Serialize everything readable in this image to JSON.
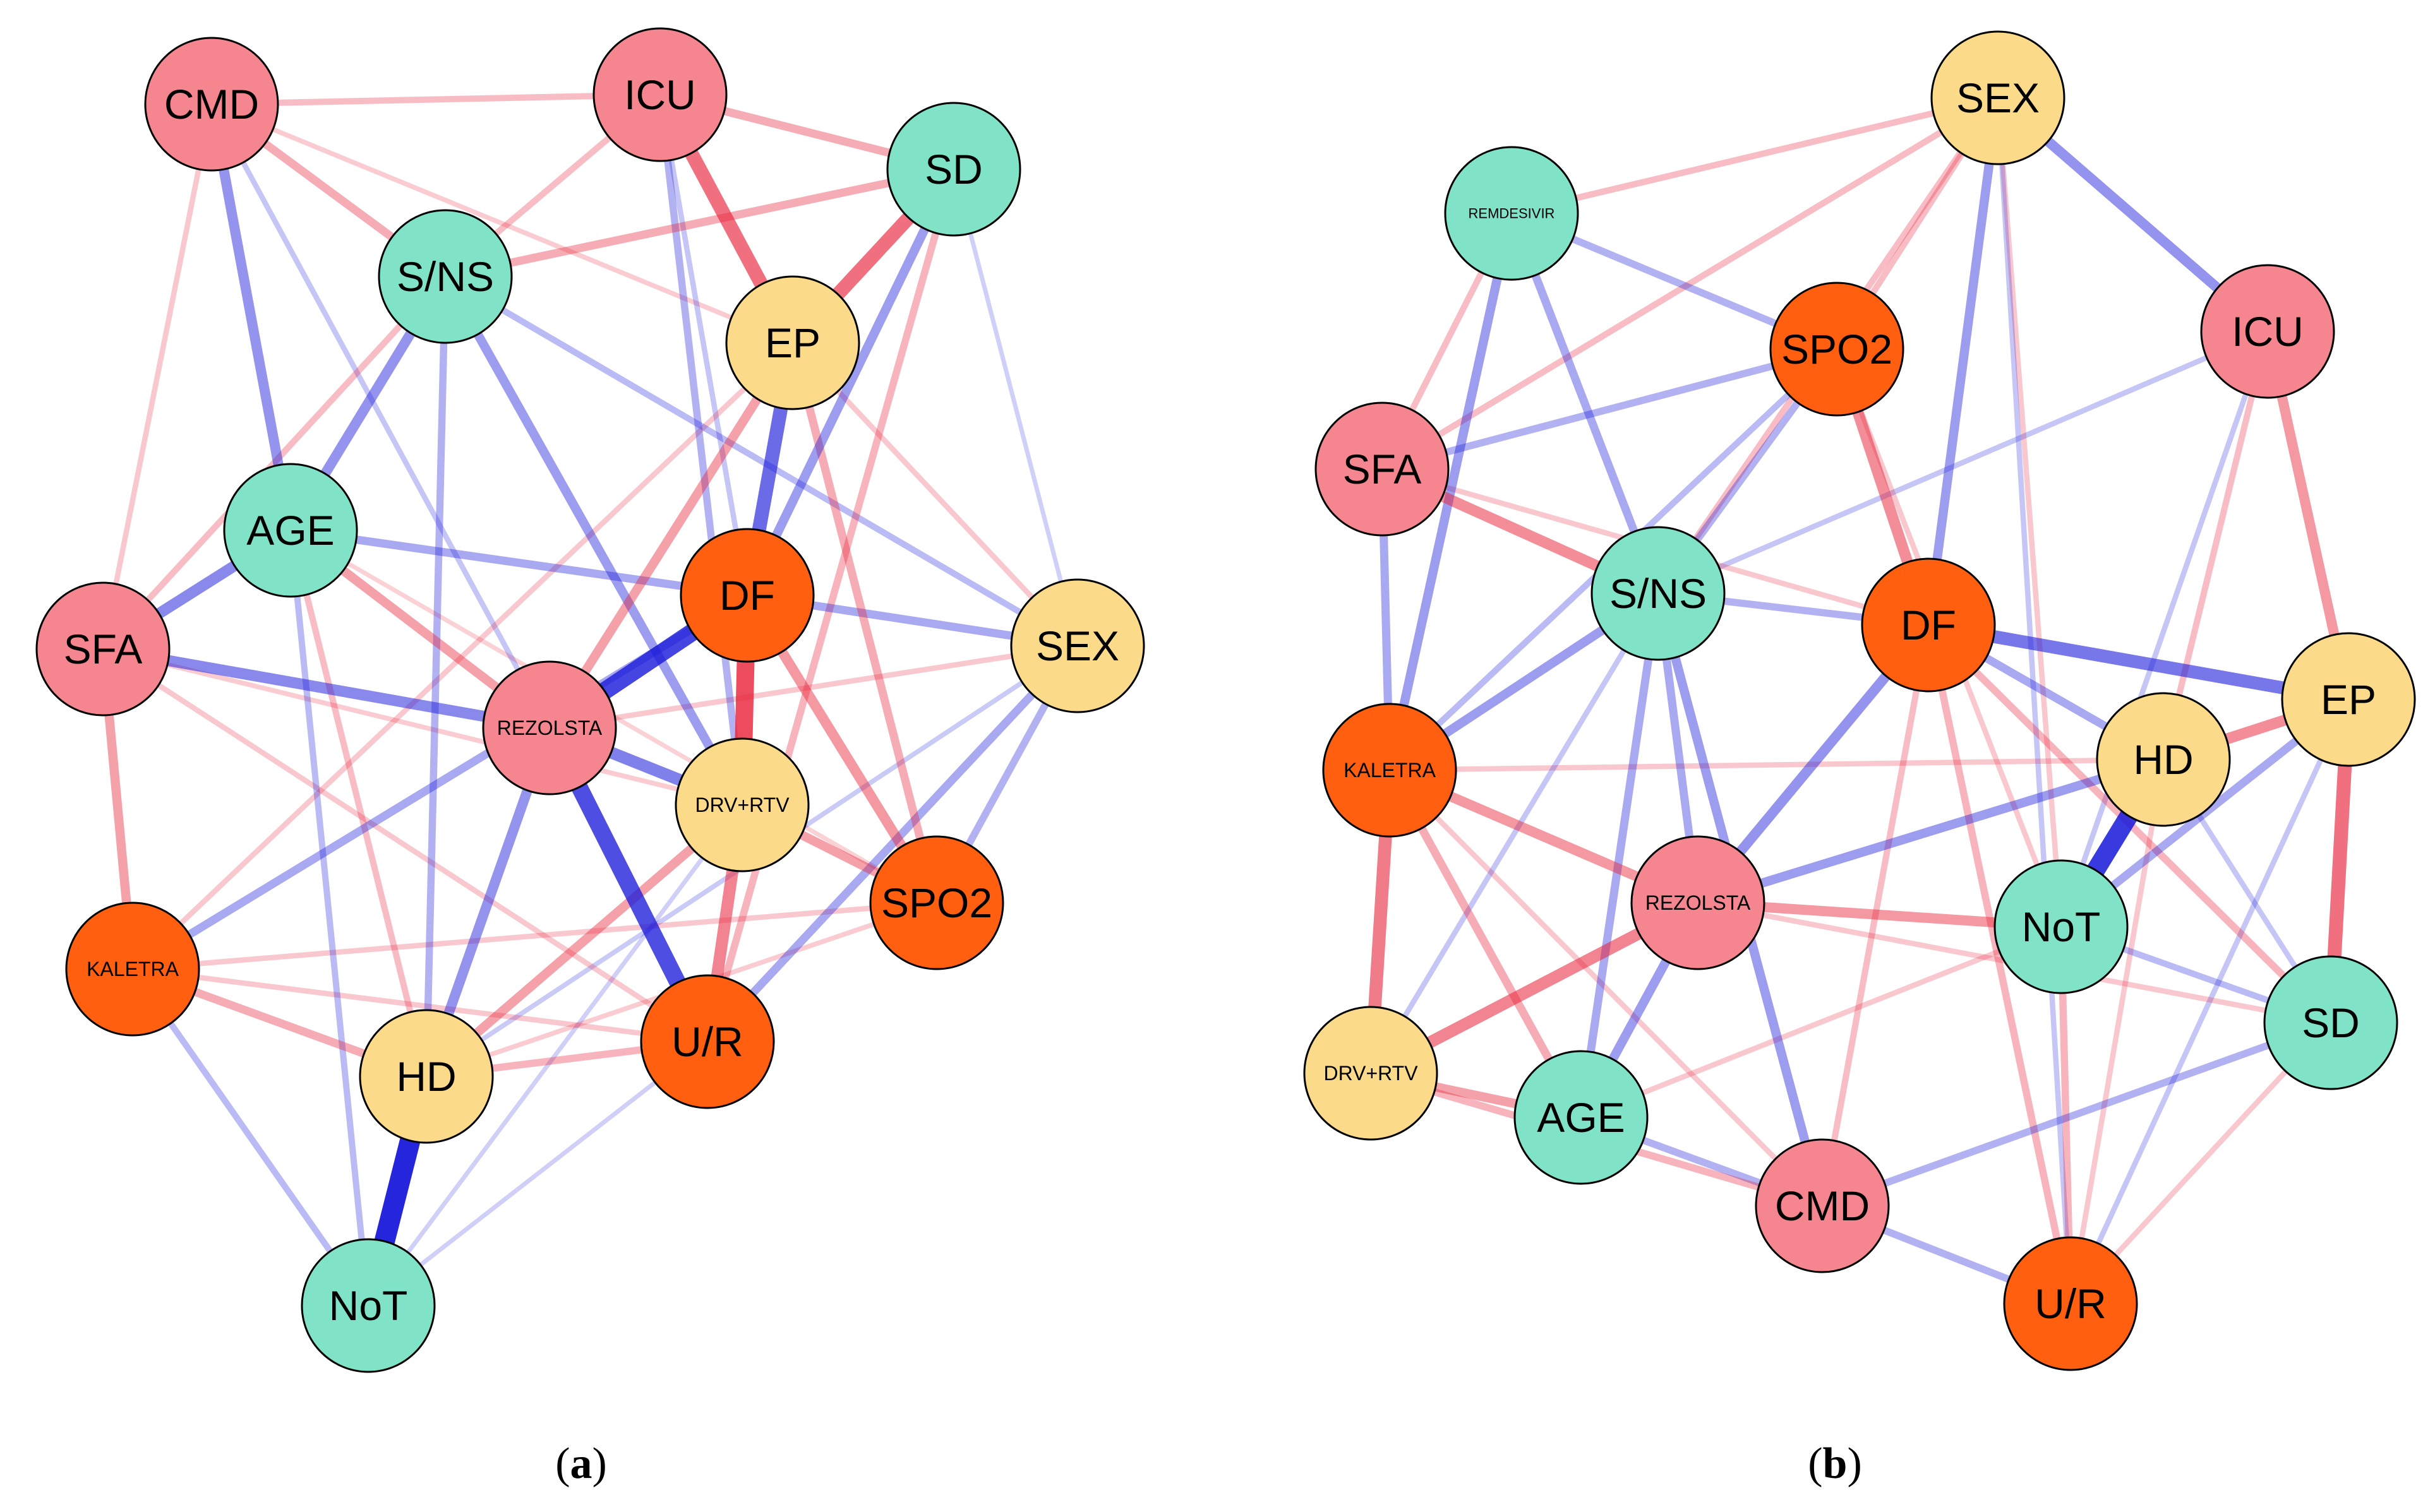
{
  "colors": {
    "pink": "#F5868F",
    "orange": "#FF5F0F",
    "teal": "#80E3C8",
    "yellow": "#FBDA8A",
    "edge_positive": "#E8243A",
    "edge_negative": "#1C1CDB",
    "node_border": "#000000"
  },
  "panels": [
    {
      "id": "a",
      "caption": {
        "open": "(",
        "letter": "a",
        "close": ")"
      },
      "nodes": [
        {
          "id": "CMD",
          "label": "CMD",
          "color": "pink"
        },
        {
          "id": "ICU",
          "label": "ICU",
          "color": "pink"
        },
        {
          "id": "SD",
          "label": "SD",
          "color": "teal"
        },
        {
          "id": "S/NS",
          "label": "S/NS",
          "color": "teal"
        },
        {
          "id": "EP",
          "label": "EP",
          "color": "yellow"
        },
        {
          "id": "AGE",
          "label": "AGE",
          "color": "teal"
        },
        {
          "id": "DF",
          "label": "DF",
          "color": "orange"
        },
        {
          "id": "SEX",
          "label": "SEX",
          "color": "yellow"
        },
        {
          "id": "SFA",
          "label": "SFA",
          "color": "pink"
        },
        {
          "id": "REZOLSTA",
          "label": "REZOLSTA",
          "color": "pink",
          "small": true
        },
        {
          "id": "DRV+RTV",
          "label": "DRV+RTV",
          "color": "yellow",
          "small": true
        },
        {
          "id": "SPO2",
          "label": "SPO2",
          "color": "orange"
        },
        {
          "id": "KALETRA",
          "label": "KALETRA",
          "color": "orange",
          "small": true
        },
        {
          "id": "HD",
          "label": "HD",
          "color": "yellow"
        },
        {
          "id": "U/R",
          "label": "U/R",
          "color": "orange"
        },
        {
          "id": "NoT",
          "label": "NoT",
          "color": "teal"
        }
      ],
      "edges": [
        {
          "from": "HD",
          "to": "NoT",
          "weight": 0.95,
          "sign": -1
        },
        {
          "from": "REZOLSTA",
          "to": "DF",
          "weight": 0.8,
          "sign": -1
        },
        {
          "from": "REZOLSTA",
          "to": "U/R",
          "weight": 0.75,
          "sign": -1
        },
        {
          "from": "DF",
          "to": "DRV+RTV",
          "weight": 0.8,
          "sign": 1
        },
        {
          "from": "EP",
          "to": "DF",
          "weight": 0.6,
          "sign": -1
        },
        {
          "from": "ICU",
          "to": "EP",
          "weight": 0.6,
          "sign": 1
        },
        {
          "from": "SD",
          "to": "EP",
          "weight": 0.6,
          "sign": 1
        },
        {
          "from": "REZOLSTA",
          "to": "DRV+RTV",
          "weight": 0.5,
          "sign": -1
        },
        {
          "from": "SFA",
          "to": "REZOLSTA",
          "weight": 0.45,
          "sign": -1
        },
        {
          "from": "SFA",
          "to": "AGE",
          "weight": 0.45,
          "sign": -1
        },
        {
          "from": "CMD",
          "to": "AGE",
          "weight": 0.4,
          "sign": -1
        },
        {
          "from": "AGE",
          "to": "S/NS",
          "weight": 0.4,
          "sign": -1
        },
        {
          "from": "DRV+RTV",
          "to": "U/R",
          "weight": 0.5,
          "sign": 1
        },
        {
          "from": "DF",
          "to": "SPO2",
          "weight": 0.4,
          "sign": 1
        },
        {
          "from": "REZOLSTA",
          "to": "HD",
          "weight": 0.4,
          "sign": -1
        },
        {
          "from": "S/NS",
          "to": "DRV+RTV",
          "weight": 0.35,
          "sign": -1
        },
        {
          "from": "SD",
          "to": "DF",
          "weight": 0.35,
          "sign": -1
        },
        {
          "from": "EP",
          "to": "REZOLSTA",
          "weight": 0.35,
          "sign": 1
        },
        {
          "from": "AGE",
          "to": "DF",
          "weight": 0.3,
          "sign": -1
        },
        {
          "from": "AGE",
          "to": "REZOLSTA",
          "weight": 0.35,
          "sign": 1
        },
        {
          "from": "SFA",
          "to": "KALETRA",
          "weight": 0.35,
          "sign": 1
        },
        {
          "from": "ICU",
          "to": "SD",
          "weight": 0.3,
          "sign": 1
        },
        {
          "from": "S/NS",
          "to": "SD",
          "weight": 0.3,
          "sign": 1
        },
        {
          "from": "CMD",
          "to": "S/NS",
          "weight": 0.3,
          "sign": 1
        },
        {
          "from": "DF",
          "to": "SEX",
          "weight": 0.3,
          "sign": -1
        },
        {
          "from": "DRV+RTV",
          "to": "SPO2",
          "weight": 0.35,
          "sign": 1
        },
        {
          "from": "HD",
          "to": "DRV+RTV",
          "weight": 0.35,
          "sign": 1
        },
        {
          "from": "KALETRA",
          "to": "DF",
          "weight": 0.3,
          "sign": -1
        },
        {
          "from": "SEX",
          "to": "U/R",
          "weight": 0.3,
          "sign": -1
        },
        {
          "from": "EP",
          "to": "SPO2",
          "weight": 0.3,
          "sign": 1
        },
        {
          "from": "S/NS",
          "to": "HD",
          "weight": 0.25,
          "sign": -1
        },
        {
          "from": "S/NS",
          "to": "ICU",
          "weight": 0.2,
          "sign": 1
        },
        {
          "from": "CMD",
          "to": "ICU",
          "weight": 0.2,
          "sign": 1
        },
        {
          "from": "KALETRA",
          "to": "HD",
          "weight": 0.3,
          "sign": 1
        },
        {
          "from": "HD",
          "to": "U/R",
          "weight": 0.25,
          "sign": 1
        },
        {
          "from": "KALETRA",
          "to": "NoT",
          "weight": 0.2,
          "sign": -1
        },
        {
          "from": "AGE",
          "to": "NoT",
          "weight": 0.2,
          "sign": -1
        },
        {
          "from": "ICU",
          "to": "DRV+RTV",
          "weight": 0.25,
          "sign": -1
        },
        {
          "from": "SFA",
          "to": "S/NS",
          "weight": 0.2,
          "sign": 1
        },
        {
          "from": "S/NS",
          "to": "SEX",
          "weight": 0.2,
          "sign": -1
        },
        {
          "from": "SD",
          "to": "U/R",
          "weight": 0.25,
          "sign": 1
        },
        {
          "from": "AGE",
          "to": "HD",
          "weight": 0.2,
          "sign": 1
        },
        {
          "from": "SEX",
          "to": "SPO2",
          "weight": 0.25,
          "sign": -1
        },
        {
          "from": "CMD",
          "to": "REZOLSTA",
          "weight": 0.15,
          "sign": -1
        },
        {
          "from": "SFA",
          "to": "U/R",
          "weight": 0.15,
          "sign": 1
        },
        {
          "from": "KALETRA",
          "to": "SPO2",
          "weight": 0.15,
          "sign": 1
        },
        {
          "from": "CMD",
          "to": "SFA",
          "weight": 0.15,
          "sign": 1
        },
        {
          "from": "SD",
          "to": "SEX",
          "weight": 0.1,
          "sign": -1
        },
        {
          "from": "EP",
          "to": "SEX",
          "weight": 0.15,
          "sign": 1
        },
        {
          "from": "ICU",
          "to": "DF",
          "weight": 0.15,
          "sign": -1
        },
        {
          "from": "AGE",
          "to": "SPO2",
          "weight": 0.1,
          "sign": 1
        },
        {
          "from": "CMD",
          "to": "EP",
          "weight": 0.12,
          "sign": 1
        },
        {
          "from": "NoT",
          "to": "U/R",
          "weight": 0.1,
          "sign": -1
        },
        {
          "from": "NoT",
          "to": "DRV+RTV",
          "weight": 0.1,
          "sign": -1
        },
        {
          "from": "SFA",
          "to": "DRV+RTV",
          "weight": 0.12,
          "sign": 1
        },
        {
          "from": "KALETRA",
          "to": "U/R",
          "weight": 0.15,
          "sign": 1
        },
        {
          "from": "KALETRA",
          "to": "EP",
          "weight": 0.15,
          "sign": 1
        },
        {
          "from": "REZOLSTA",
          "to": "SEX",
          "weight": 0.15,
          "sign": 1
        },
        {
          "from": "HD",
          "to": "SPO2",
          "weight": 0.12,
          "sign": 1
        },
        {
          "from": "HD",
          "to": "SEX",
          "weight": 0.12,
          "sign": -1
        }
      ]
    },
    {
      "id": "b",
      "caption": {
        "open": "(",
        "letter": "b",
        "close": ")"
      },
      "nodes": [
        {
          "id": "SEX",
          "label": "SEX",
          "color": "yellow"
        },
        {
          "id": "REMDESIVIR",
          "label": "REMDESIVIR",
          "color": "teal",
          "tiny": true
        },
        {
          "id": "SPO2",
          "label": "SPO2",
          "color": "orange"
        },
        {
          "id": "ICU",
          "label": "ICU",
          "color": "pink"
        },
        {
          "id": "SFA",
          "label": "SFA",
          "color": "pink"
        },
        {
          "id": "S/NS",
          "label": "S/NS",
          "color": "teal"
        },
        {
          "id": "DF",
          "label": "DF",
          "color": "orange"
        },
        {
          "id": "EP",
          "label": "EP",
          "color": "yellow"
        },
        {
          "id": "KALETRA",
          "label": "KALETRA",
          "color": "orange",
          "small": true
        },
        {
          "id": "HD",
          "label": "HD",
          "color": "yellow"
        },
        {
          "id": "REZOLSTA",
          "label": "REZOLSTA",
          "color": "pink",
          "small": true
        },
        {
          "id": "NoT",
          "label": "NoT",
          "color": "teal"
        },
        {
          "id": "SD",
          "label": "SD",
          "color": "teal"
        },
        {
          "id": "DRV+RTV",
          "label": "DRV+RTV",
          "color": "yellow",
          "small": true
        },
        {
          "id": "AGE",
          "label": "AGE",
          "color": "teal"
        },
        {
          "id": "CMD",
          "label": "CMD",
          "color": "pink"
        },
        {
          "id": "U/R",
          "label": "U/R",
          "color": "orange"
        }
      ],
      "edges": [
        {
          "from": "HD",
          "to": "NoT",
          "weight": 0.85,
          "sign": -1
        },
        {
          "from": "EP",
          "to": "SD",
          "weight": 0.6,
          "sign": 1
        },
        {
          "from": "DF",
          "to": "EP",
          "weight": 0.55,
          "sign": -1
        },
        {
          "from": "KALETRA",
          "to": "DRV+RTV",
          "weight": 0.55,
          "sign": 1
        },
        {
          "from": "DRV+RTV",
          "to": "REZOLSTA",
          "weight": 0.5,
          "sign": 1
        },
        {
          "from": "SFA",
          "to": "S/NS",
          "weight": 0.45,
          "sign": 1
        },
        {
          "from": "SPO2",
          "to": "DF",
          "weight": 0.45,
          "sign": 1
        },
        {
          "from": "SEX",
          "to": "ICU",
          "weight": 0.4,
          "sign": -1
        },
        {
          "from": "ICU",
          "to": "EP",
          "weight": 0.4,
          "sign": 1
        },
        {
          "from": "HD",
          "to": "EP",
          "weight": 0.45,
          "sign": 1
        },
        {
          "from": "REZOLSTA",
          "to": "DF",
          "weight": 0.4,
          "sign": -1
        },
        {
          "from": "REZOLSTA",
          "to": "HD",
          "weight": 0.35,
          "sign": -1
        },
        {
          "from": "REZOLSTA",
          "to": "NoT",
          "weight": 0.4,
          "sign": 1
        },
        {
          "from": "KALETRA",
          "to": "REZOLSTA",
          "weight": 0.4,
          "sign": 1
        },
        {
          "from": "REZOLSTA",
          "to": "AGE",
          "weight": 0.35,
          "sign": -1
        },
        {
          "from": "SFA",
          "to": "KALETRA",
          "weight": 0.3,
          "sign": -1
        },
        {
          "from": "REMDESIVIR",
          "to": "KALETRA",
          "weight": 0.35,
          "sign": -1
        },
        {
          "from": "S/NS",
          "to": "KALETRA",
          "weight": 0.35,
          "sign": -1
        },
        {
          "from": "S/NS",
          "to": "CMD",
          "weight": 0.35,
          "sign": -1
        },
        {
          "from": "SEX",
          "to": "DF",
          "weight": 0.35,
          "sign": -1
        },
        {
          "from": "DRV+RTV",
          "to": "AGE",
          "weight": 0.35,
          "sign": 1
        },
        {
          "from": "KALETRA",
          "to": "AGE",
          "weight": 0.3,
          "sign": 1
        },
        {
          "from": "NoT",
          "to": "EP",
          "weight": 0.3,
          "sign": -1
        },
        {
          "from": "DF",
          "to": "HD",
          "weight": 0.3,
          "sign": -1
        },
        {
          "from": "S/NS",
          "to": "SPO2",
          "weight": 0.25,
          "sign": -1
        },
        {
          "from": "S/NS",
          "to": "DF",
          "weight": 0.25,
          "sign": -1
        },
        {
          "from": "REMDESIVIR",
          "to": "S/NS",
          "weight": 0.3,
          "sign": -1
        },
        {
          "from": "REMDESIVIR",
          "to": "SPO2",
          "weight": 0.25,
          "sign": -1
        },
        {
          "from": "SFA",
          "to": "SPO2",
          "weight": 0.25,
          "sign": -1
        },
        {
          "from": "SFA",
          "to": "SEX",
          "weight": 0.2,
          "sign": 1
        },
        {
          "from": "REMDESIVIR",
          "to": "SEX",
          "weight": 0.2,
          "sign": 1
        },
        {
          "from": "REMDESIVIR",
          "to": "SFA",
          "weight": 0.2,
          "sign": 1
        },
        {
          "from": "SPO2",
          "to": "SEX",
          "weight": 0.2,
          "sign": 1
        },
        {
          "from": "DF",
          "to": "SD",
          "weight": 0.25,
          "sign": 1
        },
        {
          "from": "DF",
          "to": "U/R",
          "weight": 0.25,
          "sign": 1
        },
        {
          "from": "DF",
          "to": "CMD",
          "weight": 0.2,
          "sign": 1
        },
        {
          "from": "NoT",
          "to": "U/R",
          "weight": 0.25,
          "sign": 1
        },
        {
          "from": "NoT",
          "to": "SD",
          "weight": 0.2,
          "sign": -1
        },
        {
          "from": "CMD",
          "to": "U/R",
          "weight": 0.25,
          "sign": -1
        },
        {
          "from": "CMD",
          "to": "SD",
          "weight": 0.25,
          "sign": -1
        },
        {
          "from": "AGE",
          "to": "CMD",
          "weight": 0.25,
          "sign": -1
        },
        {
          "from": "DRV+RTV",
          "to": "CMD",
          "weight": 0.25,
          "sign": 1
        },
        {
          "from": "S/NS",
          "to": "AGE",
          "weight": 0.3,
          "sign": -1
        },
        {
          "from": "S/NS",
          "to": "REZOLSTA",
          "weight": 0.3,
          "sign": -1
        },
        {
          "from": "SEX",
          "to": "S/NS",
          "weight": 0.2,
          "sign": 1
        },
        {
          "from": "SEX",
          "to": "NoT",
          "weight": 0.15,
          "sign": 1
        },
        {
          "from": "SEX",
          "to": "U/R",
          "weight": 0.15,
          "sign": -1
        },
        {
          "from": "ICU",
          "to": "HD",
          "weight": 0.2,
          "sign": 1
        },
        {
          "from": "ICU",
          "to": "NoT",
          "weight": 0.15,
          "sign": -1
        },
        {
          "from": "ICU",
          "to": "S/NS",
          "weight": 0.15,
          "sign": -1
        },
        {
          "from": "SPO2",
          "to": "KALETRA",
          "weight": 0.2,
          "sign": -1
        },
        {
          "from": "SPO2",
          "to": "NoT",
          "weight": 0.15,
          "sign": 1
        },
        {
          "from": "SFA",
          "to": "DF",
          "weight": 0.15,
          "sign": 1
        },
        {
          "from": "KALETRA",
          "to": "HD",
          "weight": 0.15,
          "sign": 1
        },
        {
          "from": "KALETRA",
          "to": "CMD",
          "weight": 0.15,
          "sign": 1
        },
        {
          "from": "HD",
          "to": "SD",
          "weight": 0.15,
          "sign": -1
        },
        {
          "from": "HD",
          "to": "U/R",
          "weight": 0.15,
          "sign": 1
        },
        {
          "from": "EP",
          "to": "U/R",
          "weight": 0.15,
          "sign": -1
        },
        {
          "from": "REZOLSTA",
          "to": "SD",
          "weight": 0.15,
          "sign": 1
        },
        {
          "from": "AGE",
          "to": "NoT",
          "weight": 0.15,
          "sign": 1
        },
        {
          "from": "DRV+RTV",
          "to": "S/NS",
          "weight": 0.15,
          "sign": -1
        },
        {
          "from": "SD",
          "to": "U/R",
          "weight": 0.15,
          "sign": 1
        }
      ]
    }
  ]
}
